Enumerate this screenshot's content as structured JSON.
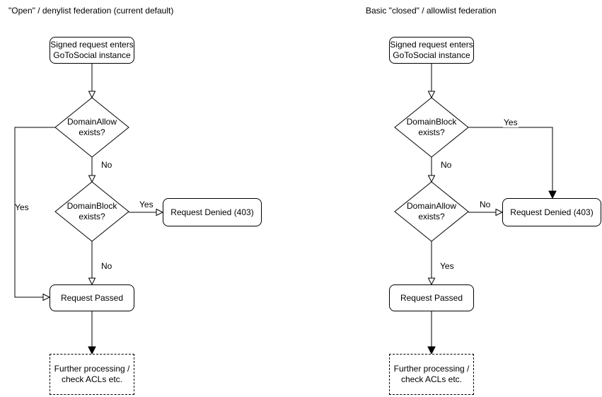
{
  "colors": {
    "stroke": "#000000",
    "background": "#ffffff",
    "text": "#000000"
  },
  "charts": {
    "open": {
      "title": "\"Open\" / denylist federation (current default)",
      "nodes": {
        "start": "Signed request enters\nGoToSocial instance",
        "decision_allow": "DomainAllow\nexists?",
        "decision_block": "DomainBlock\nexists?",
        "denied": "Request Denied (403)",
        "passed": "Request Passed",
        "further": "Further processing /\ncheck ACLs etc."
      },
      "edge_labels": {
        "allow_yes": "Yes",
        "allow_no": "No",
        "block_yes": "Yes",
        "block_no": "No"
      }
    },
    "closed": {
      "title": "Basic \"closed\" / allowlist federation",
      "nodes": {
        "start": "Signed request enters\nGoToSocial instance",
        "decision_block": "DomainBlock\nexists?",
        "decision_allow": "DomainAllow\nexists?",
        "denied": "Request Denied (403)",
        "passed": "Request Passed",
        "further": "Further processing /\ncheck ACLs etc."
      },
      "edge_labels": {
        "block_yes": "Yes",
        "block_no": "No",
        "allow_no": "No",
        "allow_yes": "Yes"
      }
    }
  }
}
